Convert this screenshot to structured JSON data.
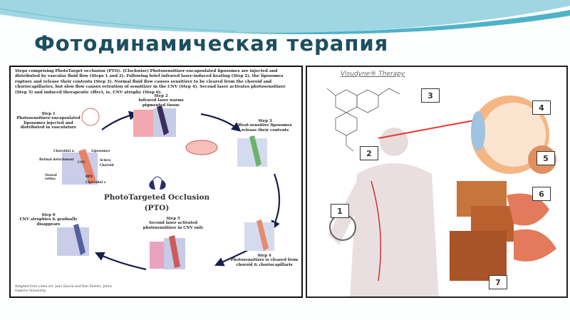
{
  "slide": {
    "title": "Фотодинамическая терапия",
    "accent_color": "#1d4f5f",
    "wave_color": "#4fb3c8"
  },
  "left_figure": {
    "caption": "Steps comprising PhotoTarget occlusion (PTO). (Clockwise) Photosensitizer-encapsulated liposomes are injected and distributed by vascular fluid flow (Steps 1 and 2). Following brief infrared laser-induced heating (Step 2), the liposomes rupture and release their contents (Step 3). Normal fluid flow causes sensitizer to be cleared from the choroid and choriocapillaries, but slow flow causes retention of sensitizer in the CNV (Step 4). Second laser activates photosensitizer (Step 5) and induced therapeutic effect, ie, CNV atrophy (Step 6).",
    "center_title": "PhotoTargeted Occlusion",
    "center_subtitle": "(PTO)",
    "steps": [
      {
        "head": "Step 1",
        "text": "Photosensitizer-encapsulated liposomes injected and distributed in vasculature"
      },
      {
        "head": "Step 2",
        "text": "Infrared laser warms pigmented tissue"
      },
      {
        "head": "Step 3",
        "text": "Heat-sensitive liposomes release their contents"
      },
      {
        "head": "Step 4",
        "text": "Photosensitizer is cleared from choroid & choriocapillaris"
      },
      {
        "head": "Step 5",
        "text": "Second laser activated photosensitizer in CNV only"
      },
      {
        "head": "Step 6",
        "text": "CNV atrophies & gradually disappears"
      }
    ],
    "labels": {
      "choroidal_a": "Choroidal a.",
      "liposomes": "Liposomes",
      "retinal_detachment": "Retinal detachment",
      "cnv": "CNV",
      "sclera": "Sclera",
      "choroid": "Choroid",
      "neural_retina": "Neural retina",
      "rpe": "RPE",
      "choroidal_v": "Choroidal v."
    },
    "credit": "Adapted from video art, Juan Garcia and Ran Zeimer, Johns Hopkins University."
  },
  "right_figure": {
    "title": "Visudyne® Therapy",
    "callouts": [
      "1",
      "2",
      "3",
      "4",
      "5",
      "6",
      "7"
    ]
  }
}
